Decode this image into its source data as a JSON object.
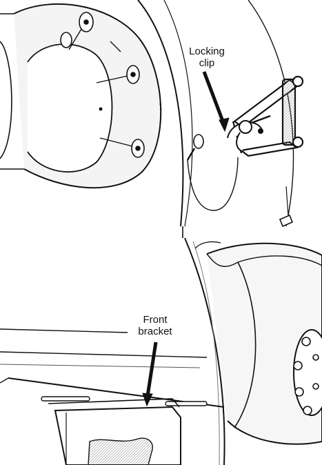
{
  "callouts": {
    "locking_clip": {
      "line1": "Locking",
      "line2": "clip"
    },
    "front_bracket": {
      "line1": "Front",
      "line2": "bracket"
    }
  },
  "colors": {
    "ink": "#111111",
    "paper": "#ffffff",
    "shade": "#cfcfcf"
  }
}
